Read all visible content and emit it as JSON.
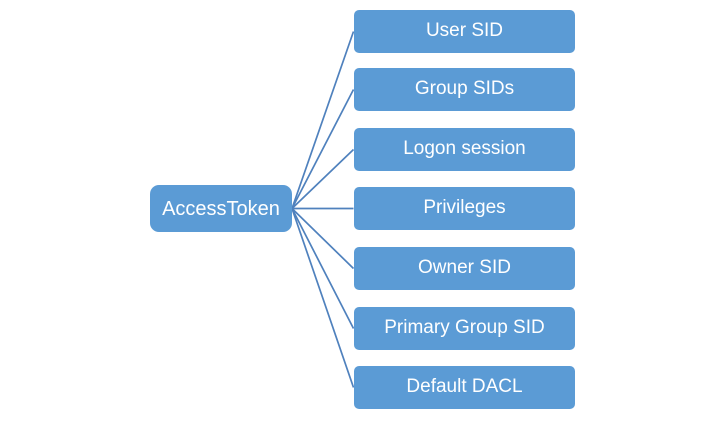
{
  "diagram": {
    "type": "radial-fan",
    "root": {
      "label": "AccessToken"
    },
    "nodes": [
      {
        "label": "User SID"
      },
      {
        "label": "Group SIDs"
      },
      {
        "label": "Logon session"
      },
      {
        "label": "Privileges"
      },
      {
        "label": "Owner SID"
      },
      {
        "label": "Primary Group SID"
      },
      {
        "label": "Default DACL"
      }
    ]
  },
  "colors": {
    "node_fill": "#5B9BD5",
    "node_text": "#FFFFFF",
    "connector": "#4F81BD",
    "background": "#FFFFFF"
  }
}
